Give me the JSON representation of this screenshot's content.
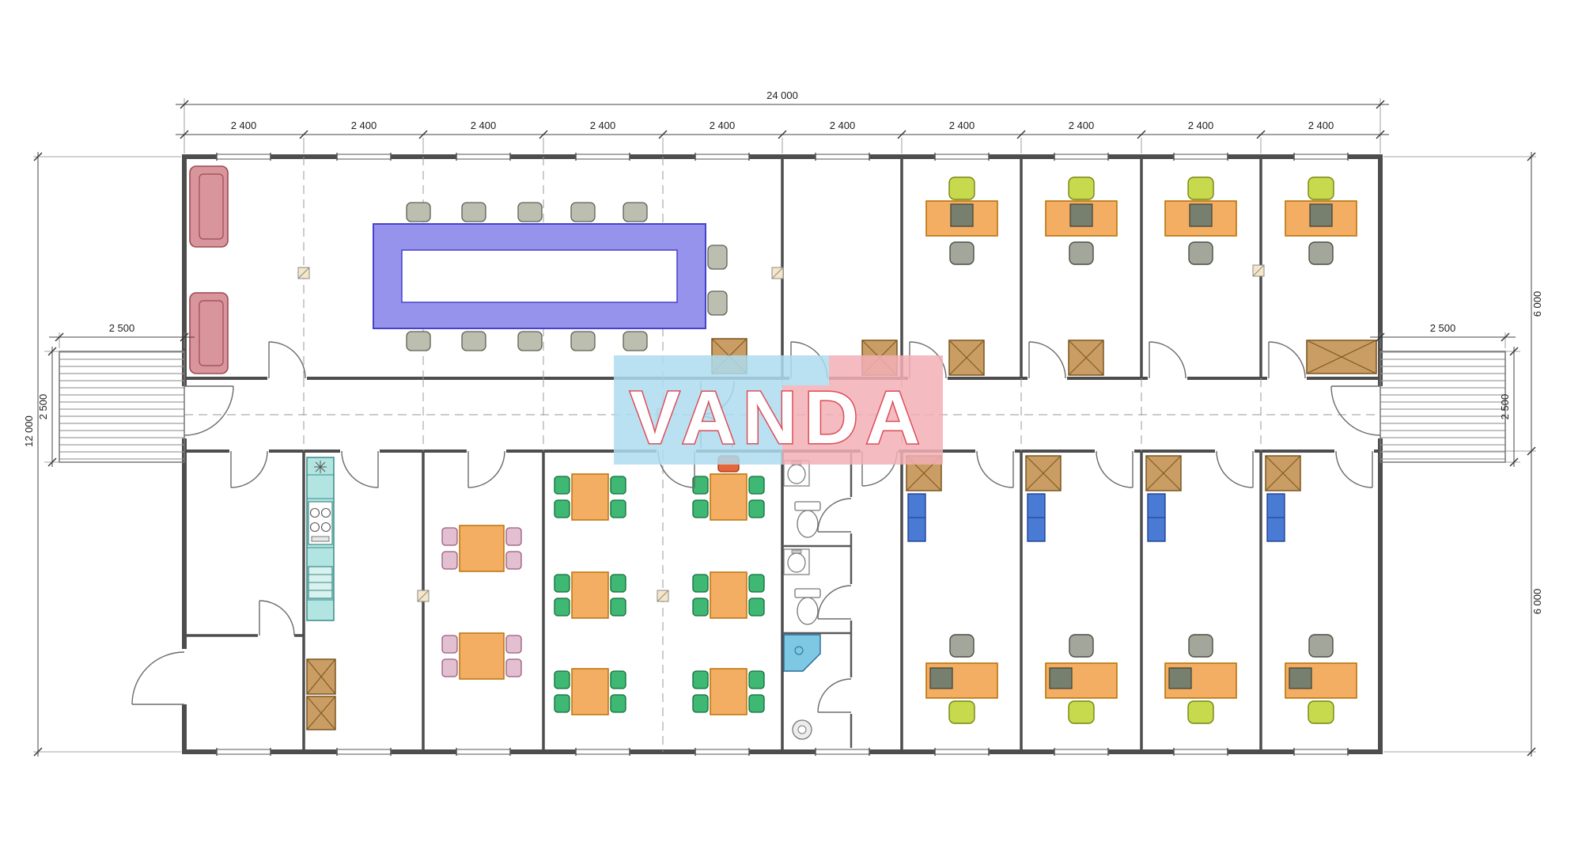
{
  "drawing": {
    "type": "architectural-floor-plan",
    "watermark": {
      "text": "VANDA"
    },
    "dimensions": {
      "overall_width": "24 000",
      "module_width": "2 400",
      "left_entrance_width": "2 500",
      "right_entrance_width": "2 500",
      "overall_height": "12 000",
      "left_entrance_depth": "2 500",
      "right_entrance_depth": "2 500",
      "right_wing_top": "6 000",
      "right_wing_bottom": "6 000"
    },
    "palette": {
      "wall": "#4D4D4D",
      "desk_orange": "#F4AE63",
      "cafeteria_chair_green": "#3EB873",
      "office_chair_green": "#C7DA4D",
      "office_chair_gray": "#A3A69B",
      "dining_chair_pink": "#E3BFD2",
      "sofa_pink": "#D8959B",
      "conference_table_purple": "#9693EC",
      "kitchen_counter_cyan": "#B2E5E2",
      "cabinet_tan": "#C99D63",
      "shelf_blue": "#4A7BD4",
      "shower_blue": "#7EC8E3",
      "watermark_blue": "#AEDCEE",
      "watermark_pink": "#F2AFB6",
      "watermark_red": "#DD4B57"
    }
  }
}
